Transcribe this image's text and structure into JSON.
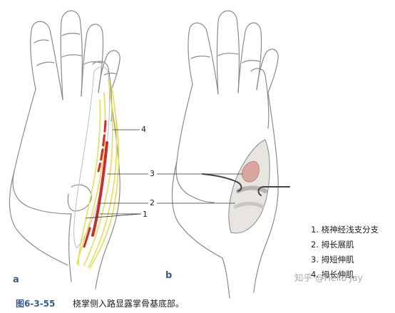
{
  "figure": {
    "callouts": {
      "c1": "1",
      "c2": "2",
      "c3": "3",
      "c4": "4"
    },
    "panels": {
      "a": "a",
      "b": "b"
    }
  },
  "legend": {
    "items": [
      "1. 桡神经浅支分支",
      "2. 拇长展肌",
      "3. 拇短伸肌",
      "4. 拇长伸肌"
    ]
  },
  "caption": {
    "number": "图6-3-55",
    "text": "桡掌侧入路显露掌骨基底部。"
  },
  "watermark": {
    "text": "知乎 @Hello Jay"
  },
  "colors": {
    "nerve": "#e6dc5a",
    "tendon": "#cc2d2d",
    "outline": "#7a7a7a",
    "label_blue": "#3a5a8a"
  }
}
